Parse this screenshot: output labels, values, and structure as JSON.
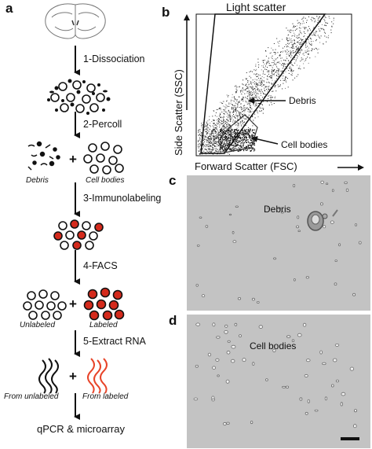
{
  "panels": {
    "a": "a",
    "b": "b",
    "c": "c",
    "d": "d"
  },
  "workflow": {
    "steps": [
      "1-Dissociation",
      "2-Percoll",
      "3-Immunolabeling",
      "4-FACS",
      "5-Extract RNA"
    ],
    "percoll_labels": {
      "left": "Debris",
      "right": "Cell bodies"
    },
    "facs_labels": {
      "left": "Unlabeled",
      "right": "Labeled"
    },
    "rna_labels": {
      "left": "From unlabeled",
      "right": "From labeled"
    },
    "plus": "+",
    "final": "qPCR & microarray"
  },
  "scatter": {
    "title": "Light scatter",
    "y_axis": "Side Scatter (SSC)",
    "x_axis": "Forward Scatter (FSC)",
    "debris_label": "Debris",
    "cells_label": "Cell bodies"
  },
  "micrographs": {
    "c_label": "Debris",
    "d_label": "Cell bodies"
  },
  "colors": {
    "label_red": "#d42a1c",
    "rna_red": "#e8452a",
    "micro_bg": "#c3c3c3"
  }
}
